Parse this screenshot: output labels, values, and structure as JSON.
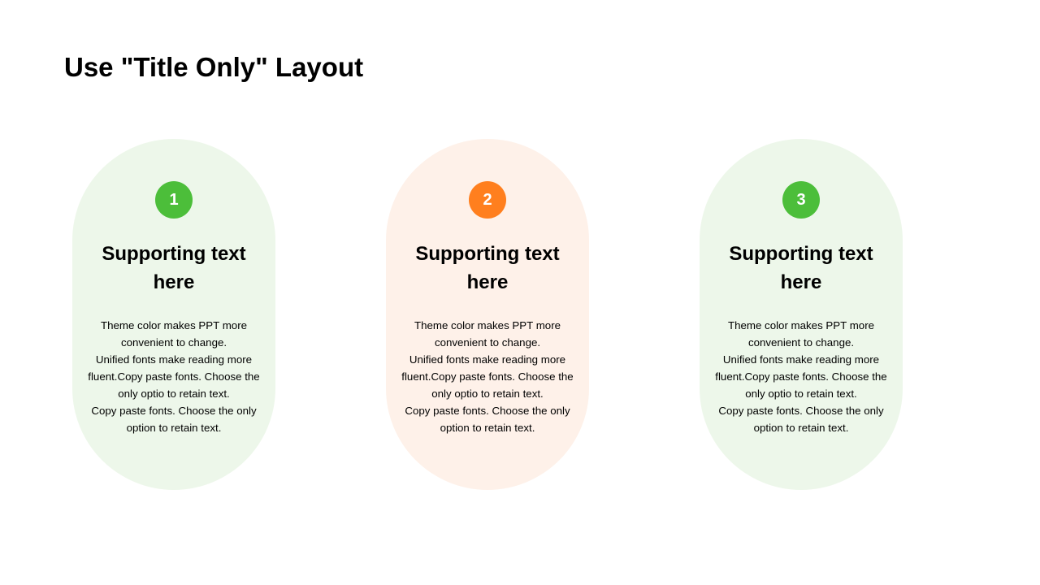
{
  "slide": {
    "title": "Use \"Title Only\" Layout"
  },
  "cards": [
    {
      "number": "1",
      "badge_color": "#4CBE3A",
      "bg_color": "#EDF7EA",
      "heading_line1": "Supporting text",
      "heading_line2": "here",
      "body_lines": [
        "Theme  color makes PPT more",
        "convenient  to change.",
        "Unified  fonts make reading more",
        "fluent.Copy paste fonts. Choose the",
        "only optio to retain text.",
        "Copy paste  fonts. Choose the only",
        "option to retain text."
      ]
    },
    {
      "number": "2",
      "badge_color": "#FF7F1E",
      "bg_color": "#FEF1E9",
      "heading_line1": "Supporting text",
      "heading_line2": "here",
      "body_lines": [
        "Theme  color makes PPT more",
        "convenient  to change.",
        "Unified  fonts make reading more",
        "fluent.Copy paste fonts. Choose the",
        "only optio to retain text.",
        "Copy paste  fonts. Choose the only",
        "option to retain text."
      ]
    },
    {
      "number": "3",
      "badge_color": "#4CBE3A",
      "bg_color": "#EDF7EA",
      "heading_line1": "Supporting text",
      "heading_line2": "here",
      "body_lines": [
        "Theme  color makes PPT more",
        "convenient  to change.",
        "Unified  fonts make reading more",
        "fluent.Copy paste fonts. Choose the",
        "only optio to retain text.",
        "Copy paste  fonts. Choose the only",
        "option to retain text."
      ]
    }
  ]
}
